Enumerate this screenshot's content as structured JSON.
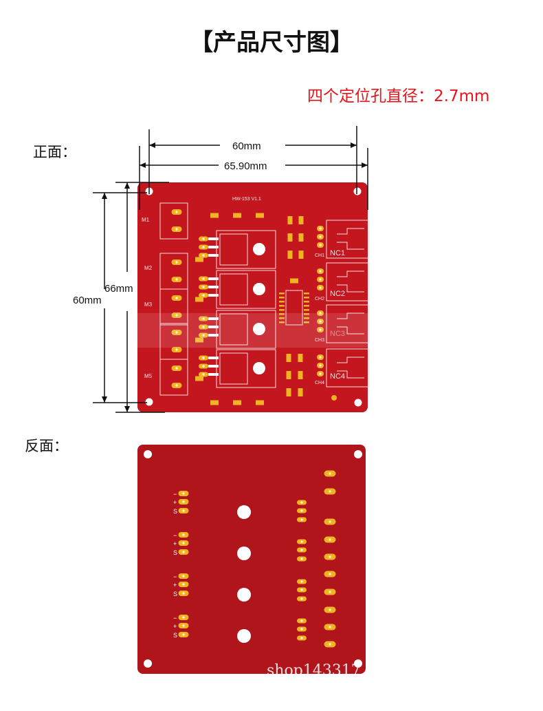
{
  "title": "【产品尺寸图】",
  "note": "四个定位孔直径：2.7mm",
  "front_label": "正面：",
  "back_label": "反面：",
  "dimensions": {
    "top_inner": "60mm",
    "top_outer": "65.90mm",
    "left_outer": "66mm",
    "left_inner": "60mm"
  },
  "front_board": {
    "model": "HW-153 V1.1",
    "motor_labels": [
      "M1",
      "M2",
      "M3",
      "M5"
    ],
    "relay_labels": [
      "NC1",
      "NC2",
      "NC3",
      "NC4"
    ],
    "channel_labels": [
      "CH1",
      "CH2",
      "CH3",
      "CH4"
    ]
  },
  "back_board": {
    "pin_labels": [
      "−",
      "+",
      "S"
    ]
  },
  "watermark": "shop143317",
  "colors": {
    "pcb": "#c4161f",
    "pad": "#f0b323",
    "note": "#e8141b"
  }
}
